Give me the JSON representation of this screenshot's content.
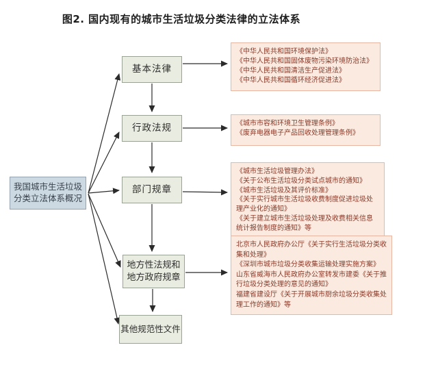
{
  "title": "图2.  国内现有的城市生活垃圾分类法律的立法体系",
  "root": {
    "label": "我国城市生活垃圾分类立法体系概况"
  },
  "levels": [
    {
      "label": "基本法律",
      "items": [
        "《中华人民共和国环境保护法》",
        "《中华人民共和国固体废物污染环境防治法》",
        "《中华人民共和国清洁生产促进法》",
        "《中华人民共和国循环经济促进法》"
      ]
    },
    {
      "label": "行政法规",
      "items": [
        "《城市市容和环境卫生管理条例》",
        "《废弃电器电子产品回收处理管理条例》"
      ]
    },
    {
      "label": "部门规章",
      "items": [
        "《城市生活垃圾管理办法》",
        "《关于公布生活垃圾分类试点城市的通知》",
        "《城市生活垃圾及其评价标准》",
        "《关于实行城市生活垃圾收费制度促进垃圾处理产业化的通知》",
        "《关于建立城市生活垃圾处理及收费相关信息统计报告制度的通知》等"
      ]
    },
    {
      "label": "地方性法规和地方政府规章",
      "items": [
        "北京市人民政府办公厅《关于实行生活垃圾分类收集和处理》",
        "《深圳市城市垃圾分类收集运输处理实施方案》",
        "山东省威海市人民政府办公室转发市建委《关于推行垃圾分类处理的意见的通知》",
        "福建省建设厅《关于开展城市厨余垃圾分类收集处理工作的通知》等"
      ]
    },
    {
      "label": "其他规范性文件",
      "items": []
    }
  ],
  "colors": {
    "root_box_bg": "#ccd8e2",
    "root_box_border": "#93a2ae",
    "level_box_bg": "#e9ece0",
    "level_box_border": "#9aa296",
    "law_box_bg": "#fbeadf",
    "law_box_border": "#e7b7a3",
    "law_text": "#8b3a2a",
    "arrow": "#2b2b2b"
  }
}
